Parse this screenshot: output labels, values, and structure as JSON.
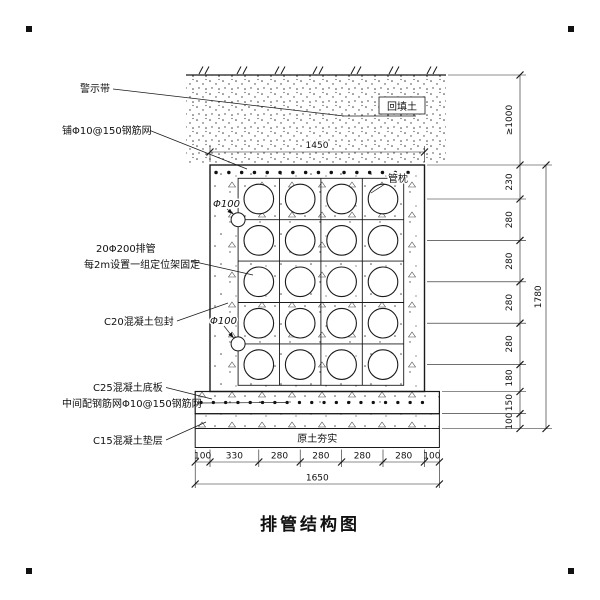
{
  "page": {
    "title": "排管结构图"
  },
  "labels": {
    "warning_tape": "警示带",
    "top_mesh": "铺Φ10@150钢筋网",
    "pipes_spec": "20Φ200排管",
    "pipes_fixing": "每2m设置一组定位架固定",
    "encasement": "C20混凝土包封",
    "base_slab": "C25混凝土底板",
    "slab_mesh": "中间配钢筋网Φ10@150钢筋网",
    "cushion": "C15混凝土垫层",
    "backfill": "回填土",
    "pipe_pillow": "管枕",
    "spacer_dia_top": "Φ100",
    "spacer_dia_bottom": "Φ100",
    "compacted_soil": "原土夯实"
  },
  "dimensions": {
    "top_width": "1450",
    "cover_depth": "≥1000",
    "right_chain": [
      "230",
      "280",
      "280",
      "280",
      "280",
      "180",
      "150",
      "100"
    ],
    "right_total": "1780",
    "bottom_chain": [
      "100",
      "330",
      "280",
      "280",
      "280",
      "280",
      "100"
    ],
    "bottom_total": "1650"
  },
  "drawing": {
    "pipe_rows": 5,
    "pipe_cols": 4,
    "pipe_count": 20,
    "line_color": "#1a1a1a",
    "background_color": "#ffffff"
  }
}
